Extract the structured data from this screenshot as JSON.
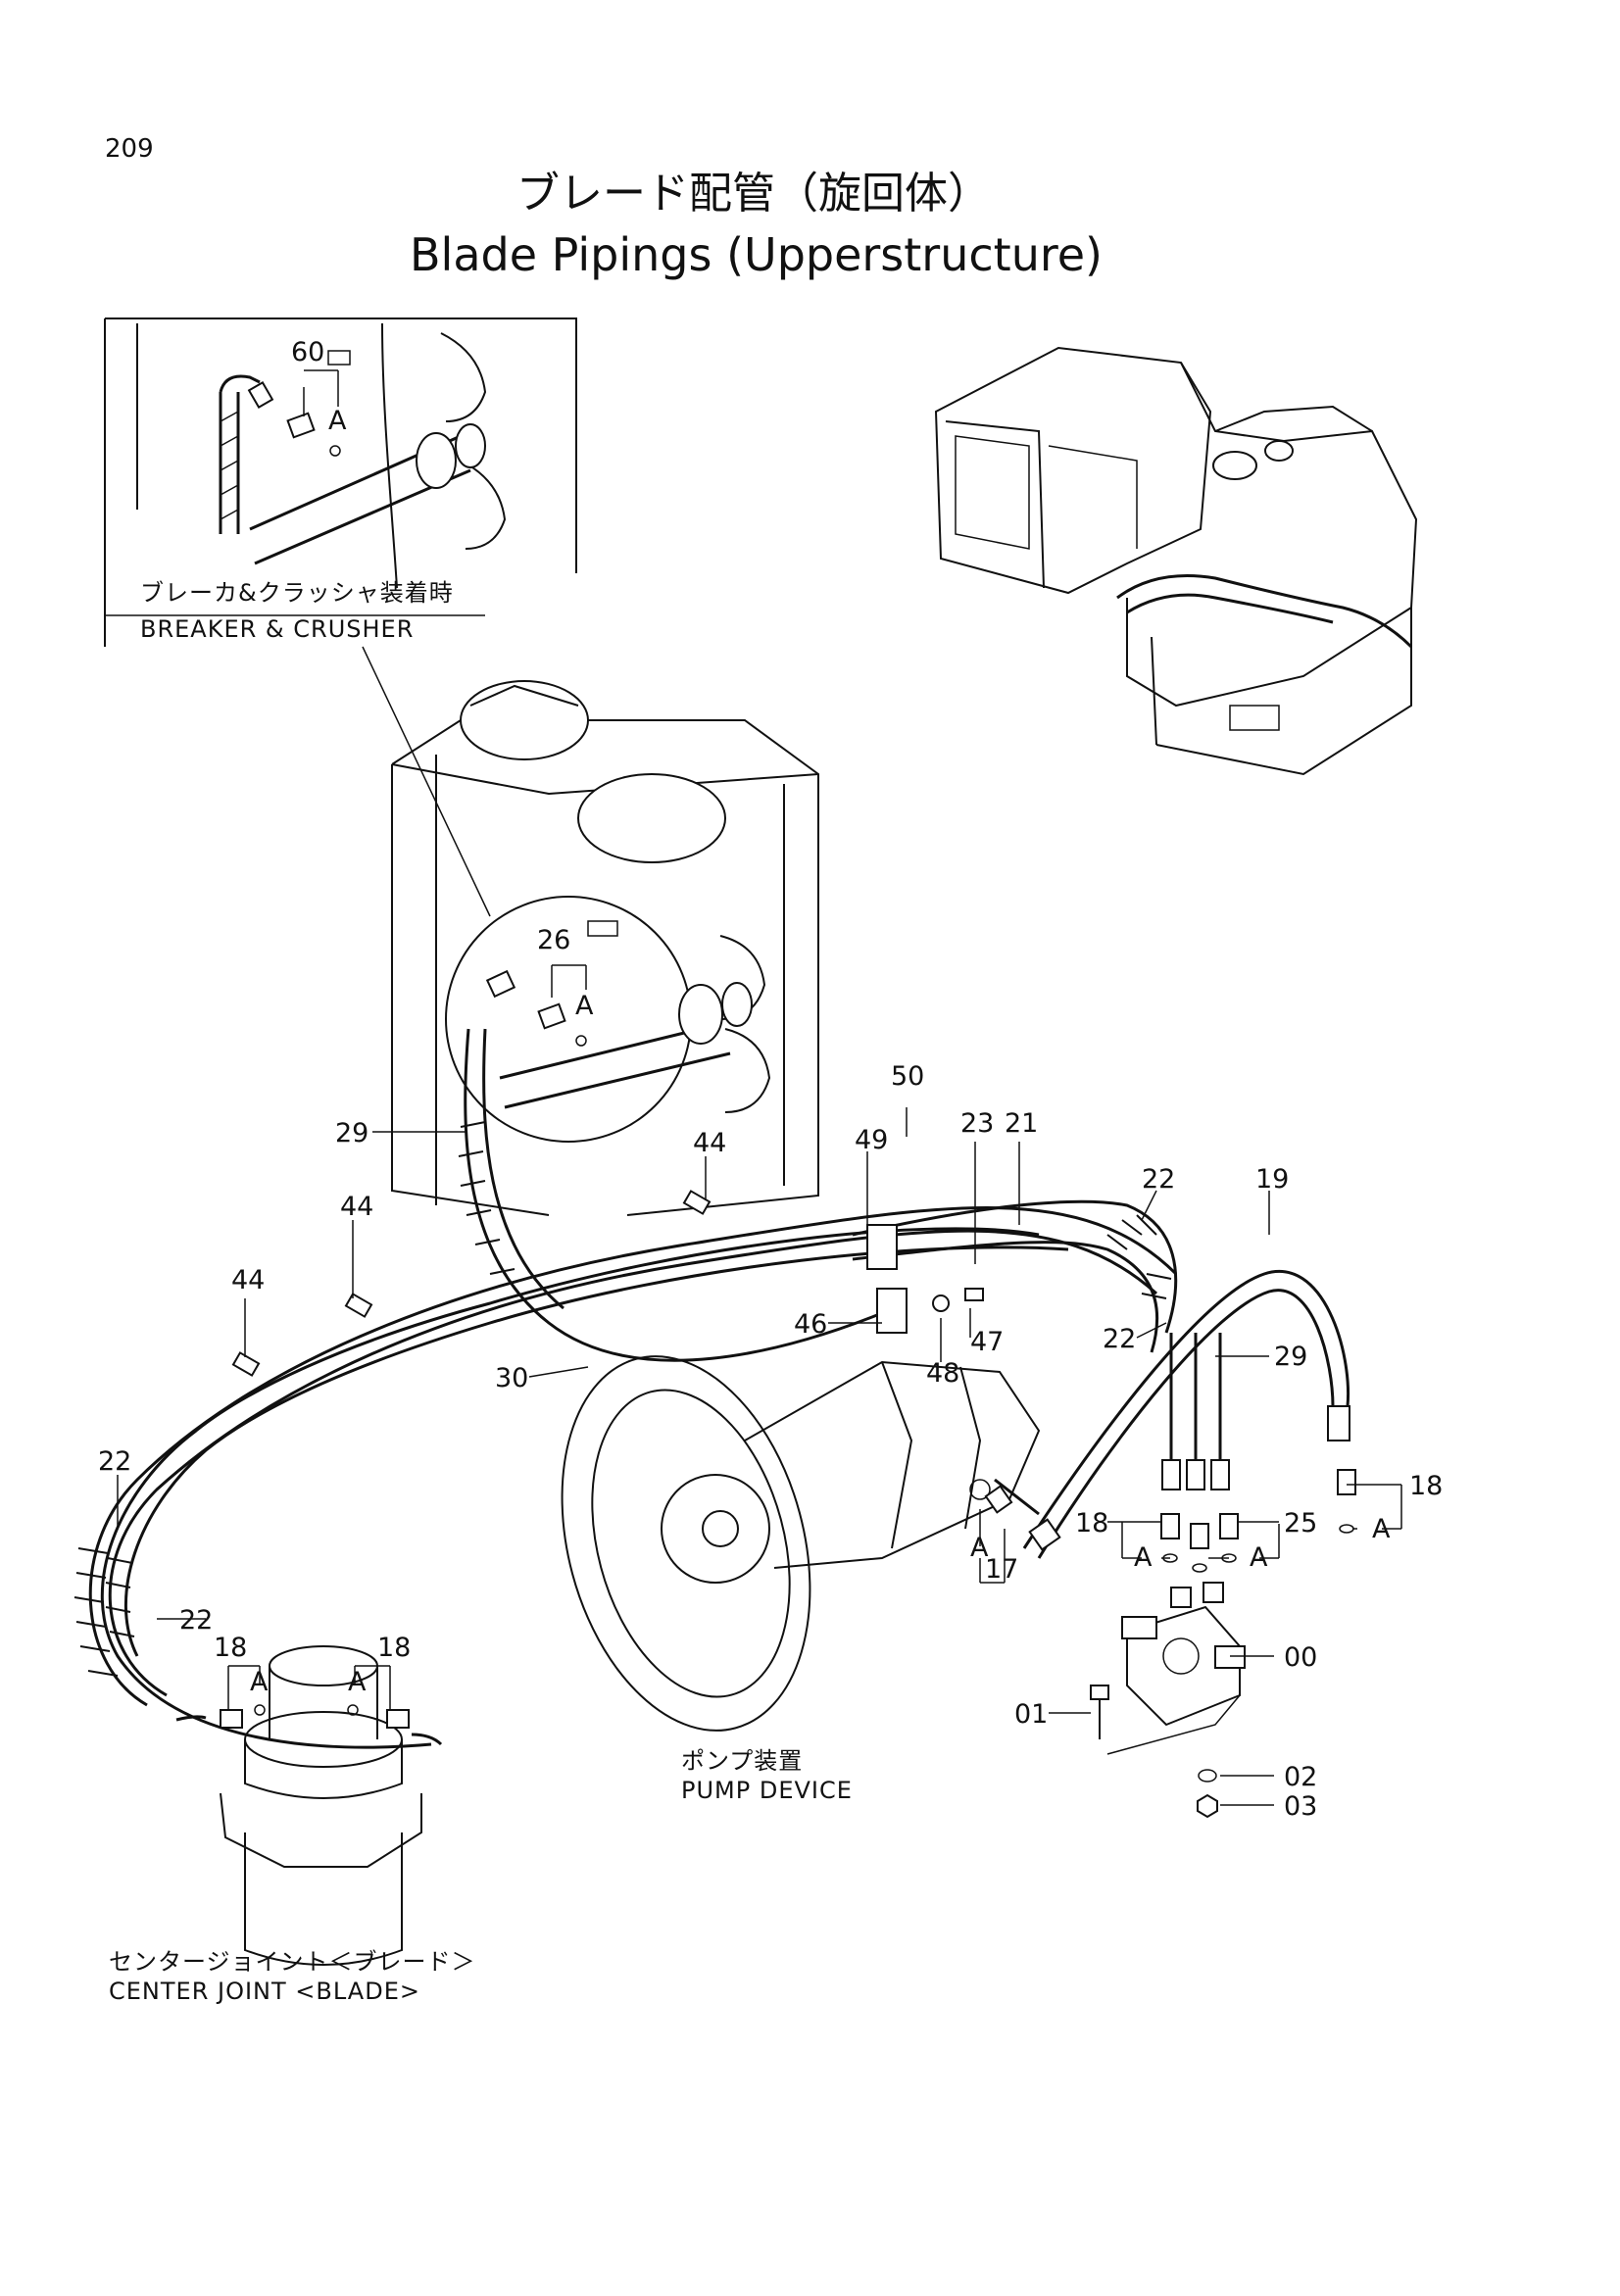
{
  "page_number": "209",
  "title_jp": "ブレード配管（旋回体）",
  "title_en": "Blade Pipings (Upperstructure)",
  "captions": {
    "inset_jp": "ブレーカ&クラッシャ装着時",
    "inset_en": "BREAKER & CRUSHER",
    "pump_jp": "ポンプ装置",
    "pump_en": "PUMP DEVICE",
    "joint_jp": "センタージョイント＜ブレード＞",
    "joint_en": "CENTER JOINT <BLADE>"
  },
  "callouts": {
    "c60": "60",
    "a_inset": "A",
    "c26": "26",
    "a_tank": "A",
    "c29_top": "29",
    "c50": "50",
    "c49": "49",
    "c23": "23",
    "c21": "21",
    "c44_a": "44",
    "c44_b": "44",
    "c44_c": "44",
    "c22_top": "22",
    "c19": "19",
    "c46": "46",
    "c47": "47",
    "c48": "48",
    "c22_mid": "22",
    "c29_right": "29",
    "c30": "30",
    "c22_left": "22",
    "c22_loop": "22",
    "c18_a": "18",
    "c18_b": "18",
    "c18_c": "18",
    "c18_d": "18",
    "c25": "25",
    "c17": "17",
    "a_17": "A",
    "a_v1": "A",
    "a_v2": "A",
    "a_v3": "A",
    "a_j1": "A",
    "a_j2": "A",
    "c00": "00",
    "c01": "01",
    "c02": "02",
    "c03": "03"
  }
}
